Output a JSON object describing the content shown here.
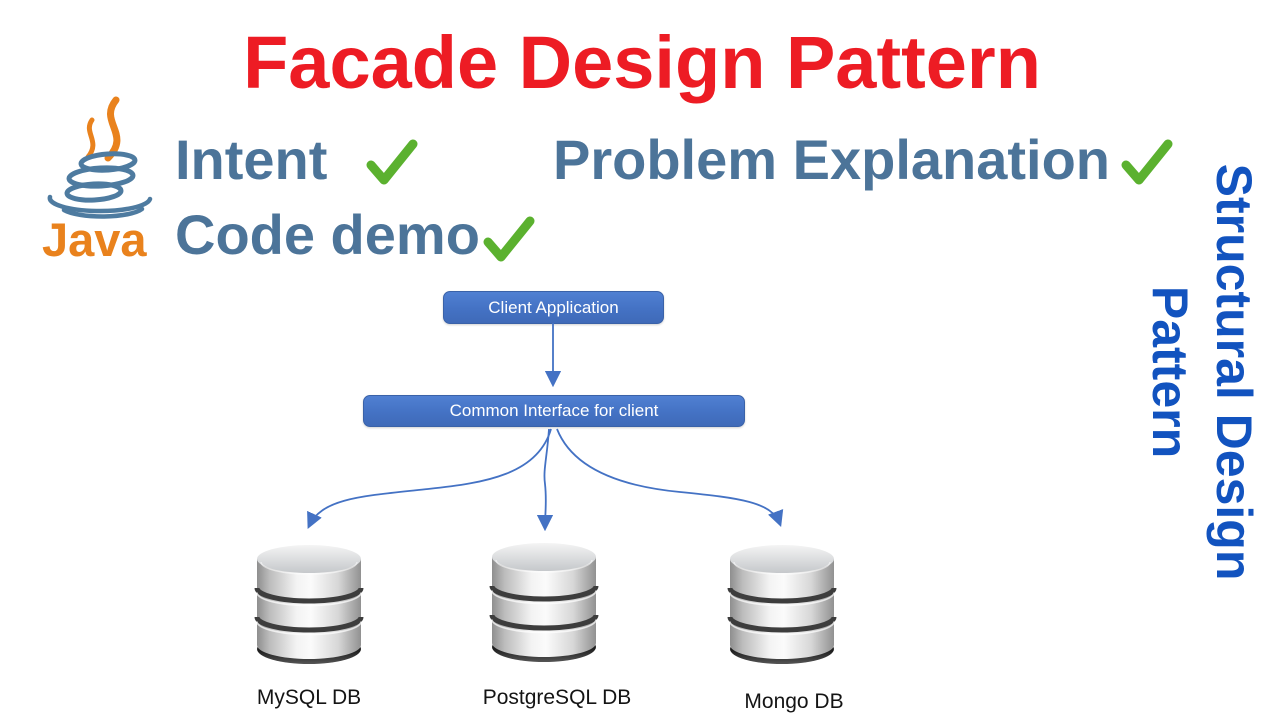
{
  "title": {
    "text": "Facade Design Pattern",
    "color": "#ED1C24"
  },
  "logo": {
    "wordmark": "Java",
    "steam_color": "#E9821D",
    "cup_color": "#4E7BA0",
    "wordmark_color": "#E9821D"
  },
  "topics": {
    "intent": "Intent",
    "problem": "Problem Explanation",
    "code_demo": "Code demo",
    "text_color": "#4C7499",
    "check_color": "#5BB12F"
  },
  "side_banner": {
    "line1": "Structural Design",
    "line2": "Pattern",
    "color": "#1253BF"
  },
  "diagram": {
    "client_node": "Client Application",
    "facade_node": "Common Interface for client",
    "node_color": "#4472C4",
    "connector_color": "#4472C4",
    "databases": [
      {
        "label": "MySQL DB"
      },
      {
        "label": "PostgreSQL DB"
      },
      {
        "label": "Mongo DB"
      }
    ]
  }
}
